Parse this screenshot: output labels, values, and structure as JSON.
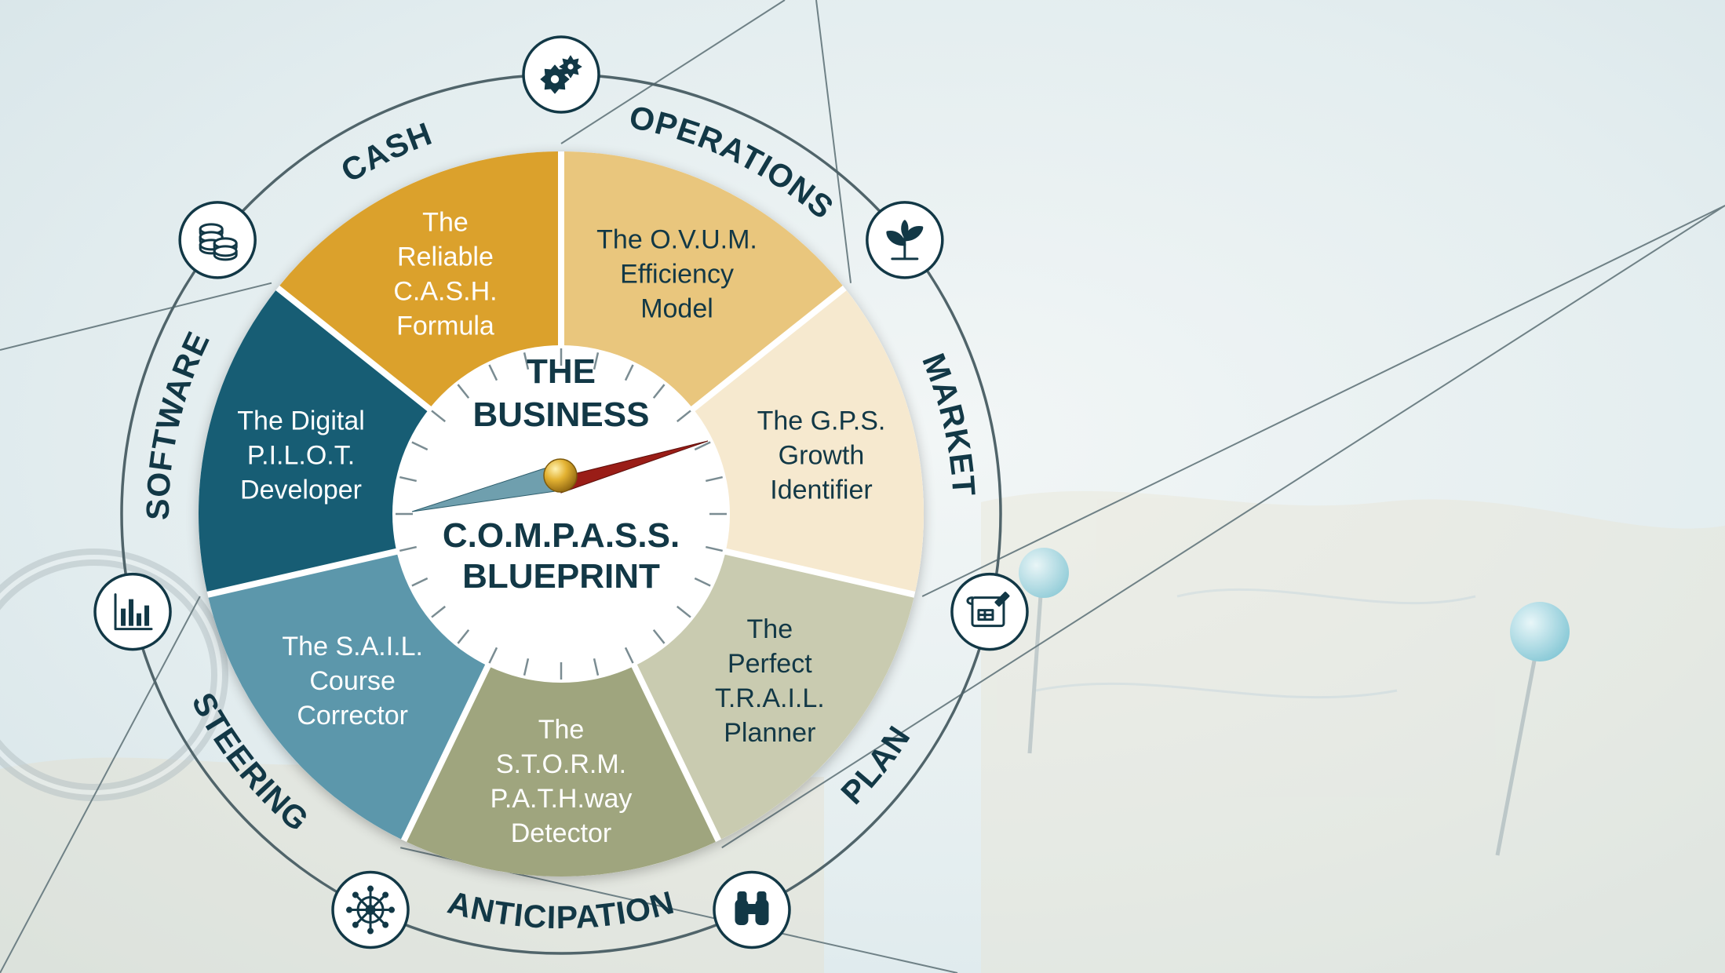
{
  "colors": {
    "ink": "#123846",
    "ring": "#50646a",
    "operations": "#e9c67d",
    "market": "#f6e9cf",
    "plan": "#c9cbb0",
    "anticipation": "#9fa57e",
    "steering": "#5c97ab",
    "software": "#175d74",
    "cash": "#dba12c",
    "needle_red": "#9a1d17",
    "needle_teal": "#6f9fae",
    "pivot_gold": "#d8a526"
  },
  "hub": {
    "title_lines": [
      "THE",
      "BUSINESS"
    ],
    "subtitle_lines": [
      "C.O.M.P.A.S.S.",
      "BLUEPRINT"
    ]
  },
  "segments": [
    {
      "category": "OPERATIONS",
      "icon": "gears-icon",
      "lines": [
        "The O.V.U.M.",
        "Efficiency",
        "Model"
      ],
      "color": "#e9c67d",
      "text": "dark"
    },
    {
      "category": "MARKET",
      "icon": "plant-sprout-icon",
      "lines": [
        "The G.P.S.",
        "Growth",
        "Identifier"
      ],
      "color": "#f6e9cf",
      "text": "dark"
    },
    {
      "category": "PLAN",
      "icon": "blueprint-plan-icon",
      "lines": [
        "The",
        "Perfect",
        "T.R.A.I.L.",
        "Planner"
      ],
      "color": "#c9cbb0",
      "text": "dark"
    },
    {
      "category": "ANTICIPATION",
      "icon": "binoculars-icon",
      "lines": [
        "The",
        "S.T.O.R.M.",
        "P.A.T.H.way",
        "Detector"
      ],
      "color": "#9fa57e",
      "text": "light"
    },
    {
      "category": "STEERING",
      "icon": "ship-wheel-icon",
      "lines": [
        "The S.A.I.L.",
        "Course",
        "Corrector"
      ],
      "color": "#5c97ab",
      "text": "light"
    },
    {
      "category": "SOFTWARE",
      "icon": "bar-chart-icon",
      "lines": [
        "The Digital",
        "P.I.L.O.T.",
        "Developer"
      ],
      "color": "#175d74",
      "text": "light"
    },
    {
      "category": "CASH",
      "icon": "coin-stack-icon",
      "lines": [
        "The",
        "Reliable",
        "C.A.S.H.",
        "Formula"
      ],
      "color": "#dba12c",
      "text": "light"
    }
  ]
}
